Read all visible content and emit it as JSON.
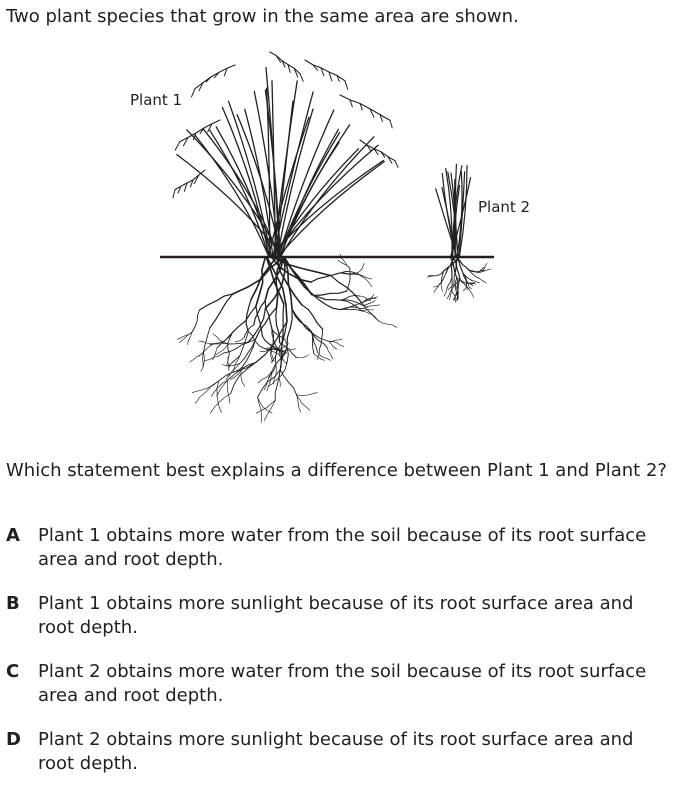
{
  "intro": "Two plant species that grow in the same area are shown.",
  "figure": {
    "plant1_label": "Plant 1",
    "plant2_label": "Plant 2"
  },
  "question": "Which statement best explains a difference between Plant 1 and Plant 2?",
  "choices": [
    {
      "letter": "A",
      "text": "Plant 1 obtains more water from the soil because of its root surface area and root depth."
    },
    {
      "letter": "B",
      "text": "Plant 1 obtains more sunlight because of its root surface area and root depth."
    },
    {
      "letter": "C",
      "text": "Plant 2 obtains more water from the soil because of its root surface area and root depth."
    },
    {
      "letter": "D",
      "text": "Plant 2 obtains more sunlight because of its root surface area and root depth."
    }
  ]
}
